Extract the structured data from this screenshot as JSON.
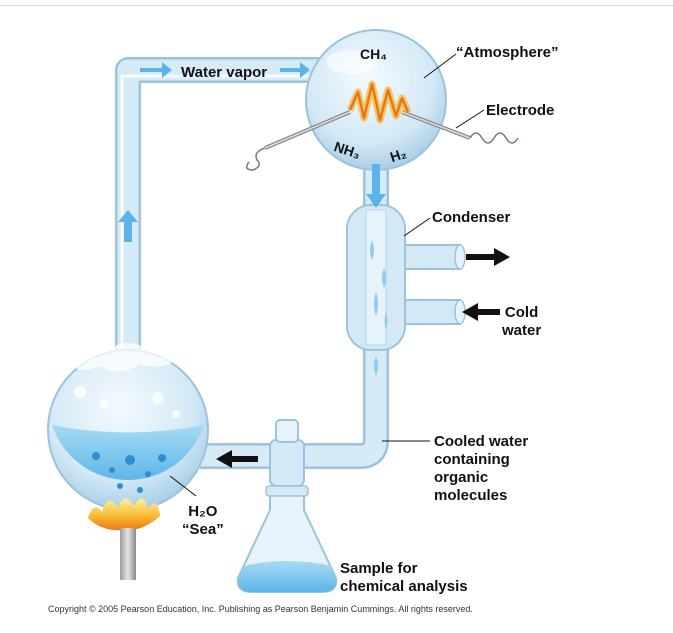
{
  "labels": {
    "water_vapor": "Water vapor",
    "ch4": "CH₄",
    "atmosphere": "“Atmosphere”",
    "electrode": "Electrode",
    "nh3": "NH₃",
    "h2": "H₂",
    "condenser": "Condenser",
    "cold_water": [
      "Cold",
      "water"
    ],
    "cooled_water": [
      "Cooled water",
      "containing",
      "organic",
      "molecules"
    ],
    "h2o": "H₂O",
    "sea": "“Sea”",
    "sample": [
      "Sample for",
      "chemical analysis"
    ]
  },
  "copyright": "Copyright ©  2005 Pearson Education, Inc. Publishing as Pearson Benjamin Cummings. All rights reserved.",
  "colors": {
    "glass": "#cfe6f5",
    "glass_edge": "#9cc3dc",
    "water": "#8ecdf0",
    "flow_arrow": "#5cb3ea",
    "black_arrow": "#111111",
    "flame": "#f7b52a",
    "spark": "#e8761b"
  },
  "icons": [
    "flow-arrow-icon",
    "spark-icon",
    "flame-icon",
    "electrode-coil-icon",
    "bubble-icon",
    "droplet-icon"
  ]
}
